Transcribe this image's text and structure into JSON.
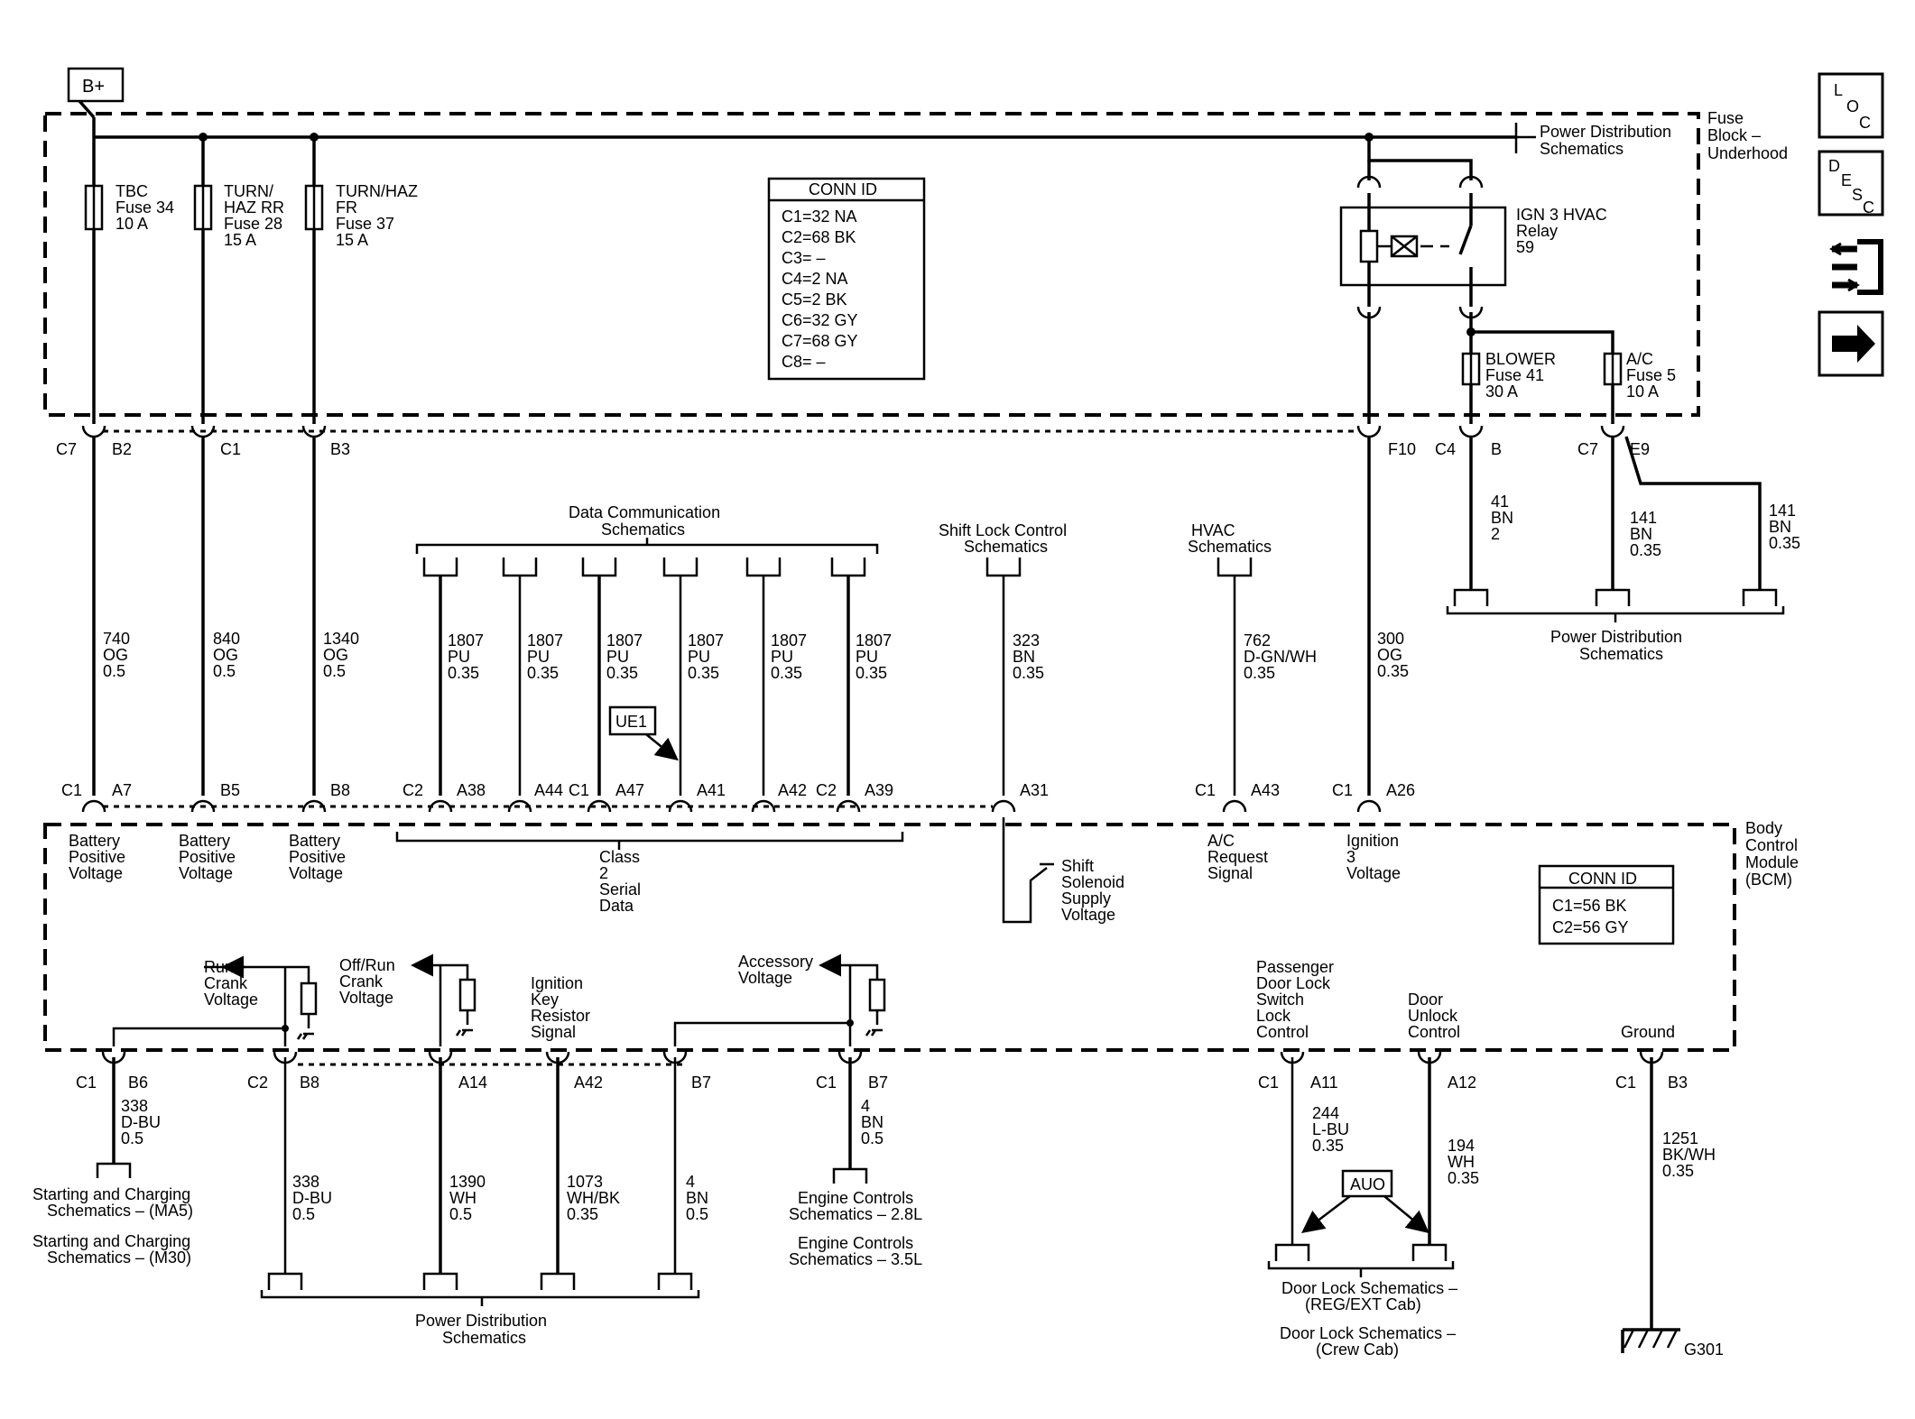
{
  "b_plus": "B+",
  "fuse_block": [
    "Fuse",
    "Block –",
    "Underhood"
  ],
  "pd_top": [
    "Power Distribution",
    "Schematics"
  ],
  "bcm_title": [
    "Body",
    "Control",
    "Module",
    "(BCM)"
  ],
  "nav": {
    "loc": [
      "L",
      "O",
      "C"
    ],
    "desc": [
      "D",
      "E",
      "S",
      "C"
    ]
  },
  "fuses": [
    [
      "TBC",
      "Fuse 34",
      "10 A"
    ],
    [
      "TURN/",
      "HAZ RR",
      "Fuse 28",
      "15 A"
    ],
    [
      "TURN/HAZ",
      "FR",
      "Fuse 37",
      "15 A"
    ]
  ],
  "conn_top": {
    "title": "CONN ID",
    "rows": [
      "C1=32 NA",
      "C2=68 BK",
      "C3= –",
      "C4=2 NA",
      "C5=2 BK",
      "C6=32 GY",
      "C7=68 GY",
      "C8= –"
    ]
  },
  "relay": [
    "IGN 3 HVAC",
    "Relay",
    "59"
  ],
  "blower_fuse": [
    "BLOWER",
    "Fuse 41",
    "30 A"
  ],
  "ac_fuse": [
    "A/C",
    "Fuse 5",
    "10 A"
  ],
  "top_conn_labels": {
    "c7": "C7",
    "b2": "B2",
    "c1": "C1",
    "b3": "B3",
    "f10": "F10",
    "c4": "C4",
    "b": "B",
    "c7b": "C7",
    "e9": "E9"
  },
  "wires_left": [
    [
      "740",
      "OG",
      "0.5"
    ],
    [
      "840",
      "OG",
      "0.5"
    ],
    [
      "1340",
      "OG",
      "0.5"
    ]
  ],
  "data_comm": [
    "Data Communication",
    "Schematics"
  ],
  "data_wires": [
    [
      "1807",
      "PU",
      "0.35"
    ],
    [
      "1807",
      "PU",
      "0.35"
    ],
    [
      "1807",
      "PU",
      "0.35"
    ],
    [
      "1807",
      "PU",
      "0.35"
    ],
    [
      "1807",
      "PU",
      "0.35"
    ],
    [
      "1807",
      "PU",
      "0.35"
    ]
  ],
  "ue1": "UE1",
  "shift_lock": [
    "Shift Lock Control",
    "Schematics"
  ],
  "wire_323": [
    "323",
    "BN",
    "0.35"
  ],
  "hvac": [
    "HVAC",
    "Schematics"
  ],
  "wire_762": [
    "762",
    "D-GN/WH",
    "0.35"
  ],
  "wire_300": [
    "300",
    "OG",
    "0.35"
  ],
  "wire_41": [
    "41",
    "BN",
    "2"
  ],
  "wire_141a": [
    "141",
    "BN",
    "0.35"
  ],
  "wire_141b": [
    "141",
    "BN",
    "0.35"
  ],
  "pd_right": [
    "Power Distribution",
    "Schematics"
  ],
  "bcm_top_conn": {
    "c1a": "C1",
    "a7": "A7",
    "b5": "B5",
    "b8": "B8",
    "c2a": "C2",
    "a38": "A38",
    "a44": "A44",
    "c1b": "C1",
    "a47": "A47",
    "a41": "A41",
    "a42": "A42",
    "c2b": "C2",
    "a39": "A39",
    "a31": "A31",
    "c1c": "C1",
    "a43": "A43",
    "c1d": "C1",
    "a26": "A26"
  },
  "bcm_inputs": [
    [
      "Battery",
      "Positive",
      "Voltage"
    ],
    [
      "Battery",
      "Positive",
      "Voltage"
    ],
    [
      "Battery",
      "Positive",
      "Voltage"
    ]
  ],
  "class2": [
    "Class",
    "2",
    "Serial",
    "Data"
  ],
  "shift_solenoid": [
    "Shift",
    "Solenoid",
    "Supply",
    "Voltage"
  ],
  "ac_request": [
    "A/C",
    "Request",
    "Signal"
  ],
  "ignition3": [
    "Ignition",
    "3",
    "Voltage"
  ],
  "conn_bcm": {
    "title": "CONN ID",
    "rows": [
      "C1=56 BK",
      "C2=56 GY"
    ]
  },
  "run_crank": [
    "Run/",
    "Crank",
    "Voltage"
  ],
  "off_run": [
    "Off/Run",
    "Crank",
    "Voltage"
  ],
  "ign_key": [
    "Ignition",
    "Key",
    "Resistor",
    "Signal"
  ],
  "accessory": [
    "Accessory",
    "Voltage"
  ],
  "pass_door": [
    "Passenger",
    "Door Lock",
    "Switch",
    "Lock",
    "Control"
  ],
  "door_unlock": [
    "Door",
    "Unlock",
    "Control"
  ],
  "ground": "Ground",
  "bottom_conn": {
    "c1a": "C1",
    "b6": "B6",
    "c2": "C2",
    "b8": "B8",
    "a14": "A14",
    "a42": "A42",
    "b7a": "B7",
    "c1b": "C1",
    "b7b": "B7",
    "c1c": "C1",
    "a11": "A11",
    "a12": "A12",
    "c1d": "C1",
    "b3": "B3"
  },
  "wire_338a": [
    "338",
    "D-BU",
    "0.5"
  ],
  "wire_338b": [
    "338",
    "D-BU",
    "0.5"
  ],
  "wire_1390": [
    "1390",
    "WH",
    "0.5"
  ],
  "wire_1073": [
    "1073",
    "WH/BK",
    "0.35"
  ],
  "wire_4a": [
    "4",
    "BN",
    "0.5"
  ],
  "wire_4b": [
    "4",
    "BN",
    "0.5"
  ],
  "wire_244": [
    "244",
    "L-BU",
    "0.35"
  ],
  "wire_194": [
    "194",
    "WH",
    "0.35"
  ],
  "wire_1251": [
    "1251",
    "BK/WH",
    "0.35"
  ],
  "start_charge": [
    "Starting and Charging",
    "Schematics – (MA5)",
    "Starting and Charging",
    "Schematics – (M30)"
  ],
  "pd_bottom": [
    "Power Distribution",
    "Schematics"
  ],
  "engine": [
    "Engine Controls",
    "Schematics – 2.8L",
    "Engine Controls",
    "Schematics – 3.5L"
  ],
  "auo": "AUO",
  "door_lock_sch": [
    "Door Lock Schematics –",
    "(REG/EXT Cab)",
    "Door Lock Schematics –",
    "(Crew Cab)"
  ],
  "g301": "G301"
}
